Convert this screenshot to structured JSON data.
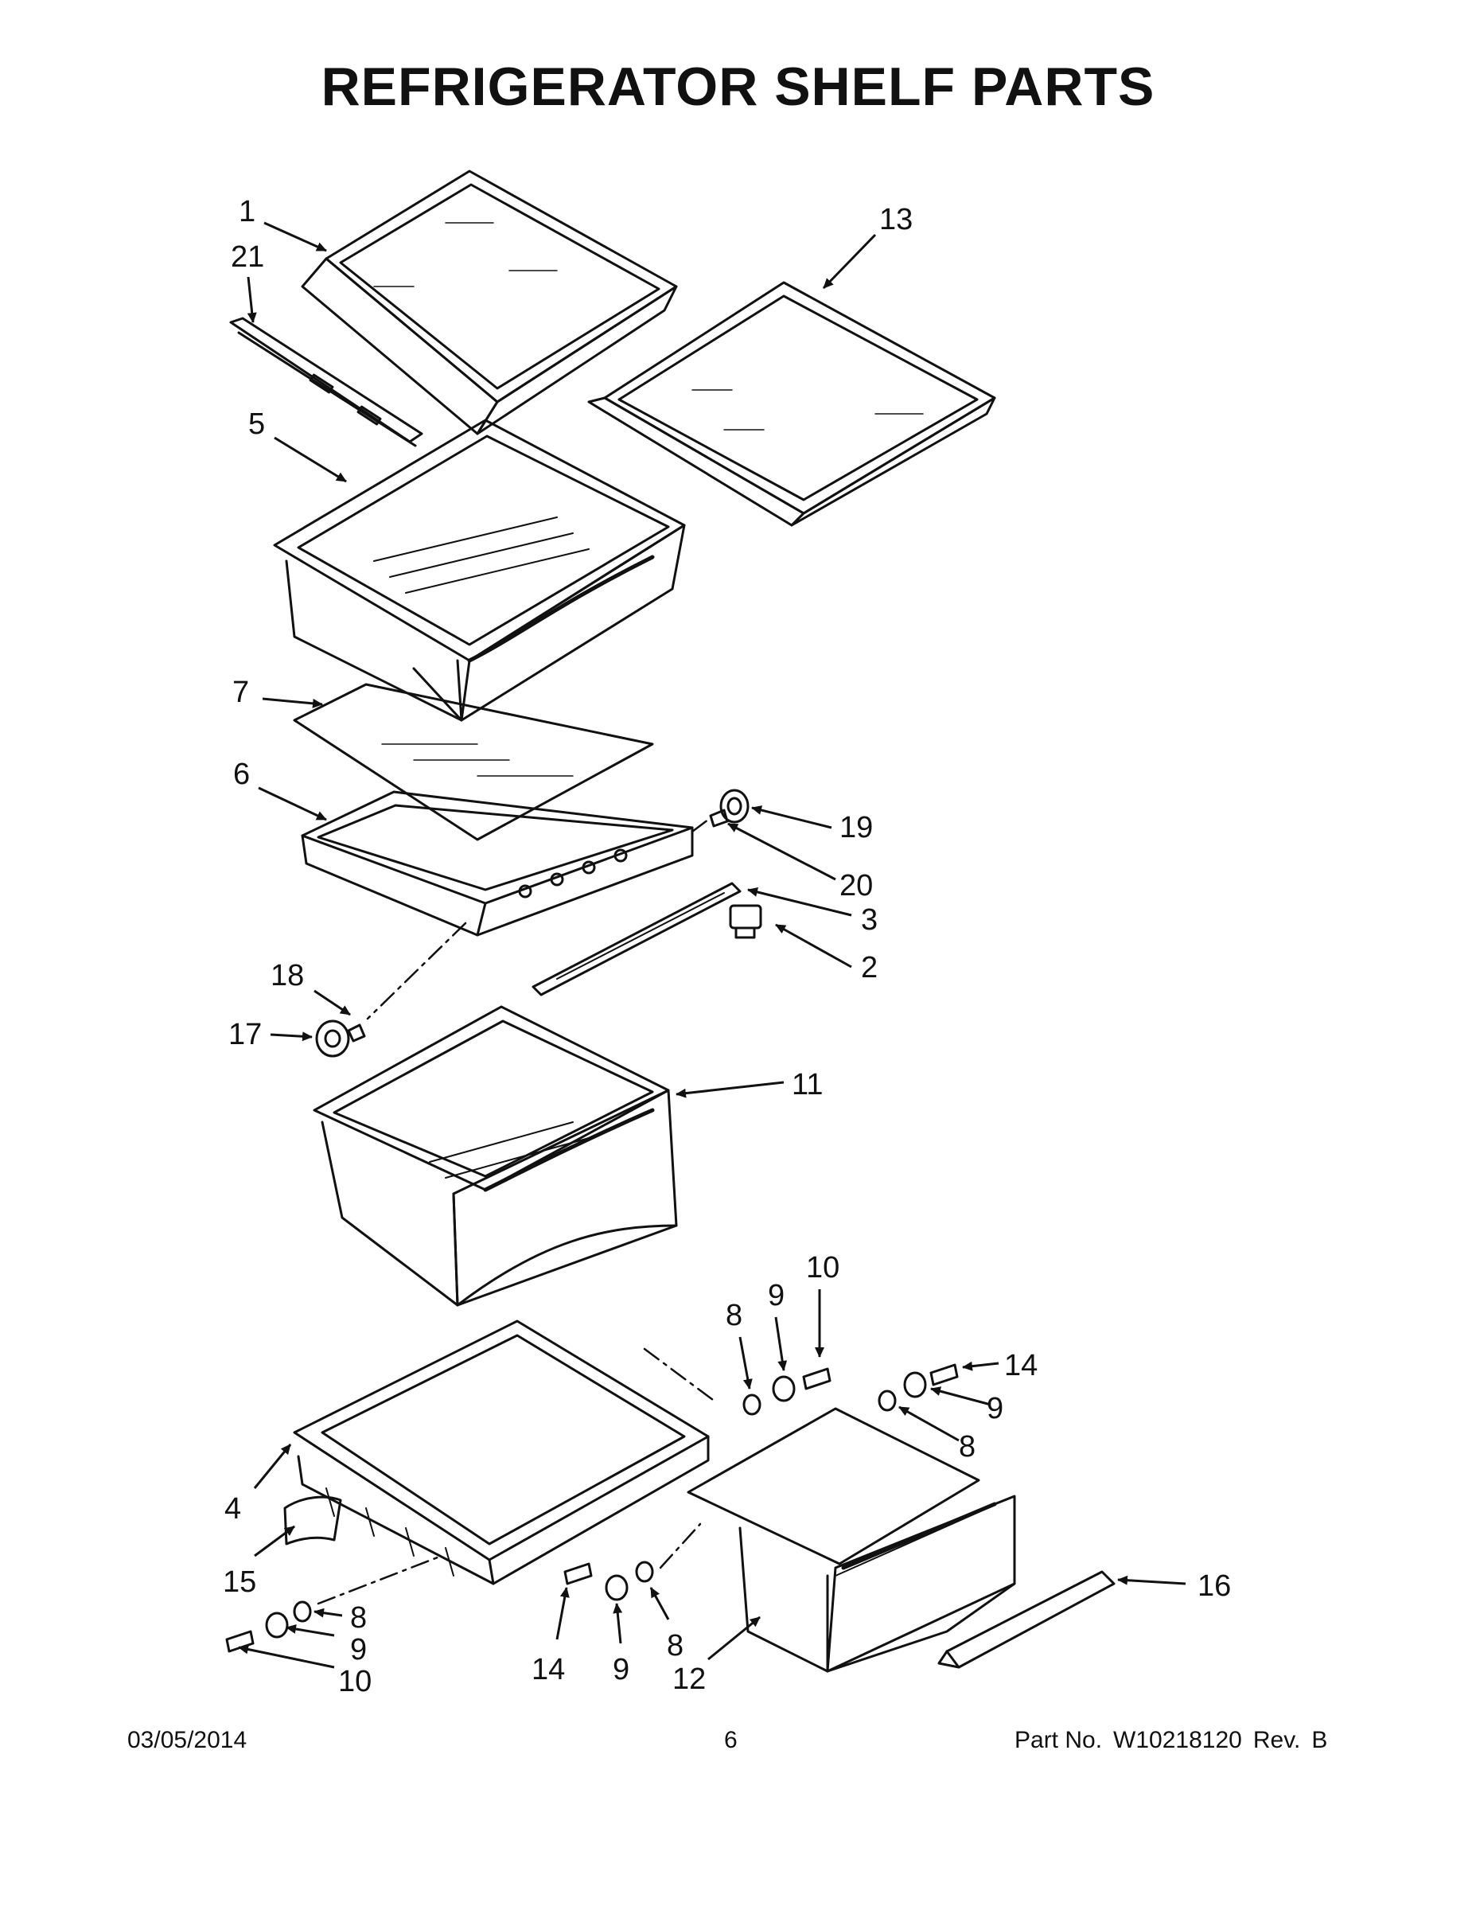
{
  "page": {
    "title": "REFRIGERATOR SHELF PARTS",
    "footer": {
      "date": "03/05/2014",
      "page_number": "6",
      "part_label": "Part No.",
      "part_number": "W10218120",
      "rev_label": "Rev.",
      "revision": "B"
    }
  },
  "callouts": [
    "1",
    "21",
    "13",
    "5",
    "7",
    "6",
    "19",
    "20",
    "3",
    "2",
    "18",
    "17",
    "11",
    "10",
    "9",
    "8",
    "14",
    "9",
    "8",
    "4",
    "15",
    "8",
    "9",
    "10",
    "14",
    "9",
    "8",
    "12",
    "16"
  ],
  "colors": {
    "line": "#111111",
    "background": "#ffffff"
  }
}
